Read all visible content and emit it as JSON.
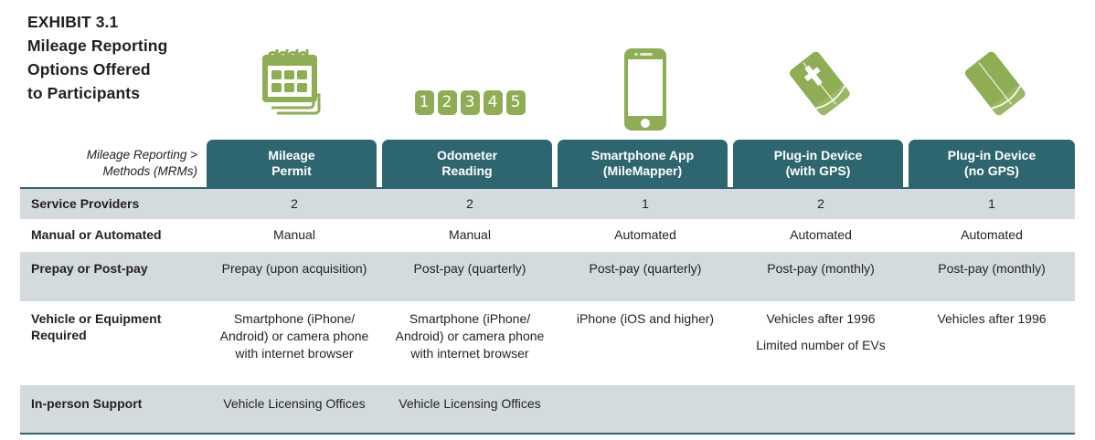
{
  "title": {
    "line1": "EXHIBIT 3.1",
    "line2": "Mileage Reporting",
    "line3": "Options Offered",
    "line4": "to Participants"
  },
  "colors": {
    "teal": "#2e6670",
    "green": "#8ead54",
    "shade_row": "#d3dbde",
    "text": "#231f20"
  },
  "icons": [
    {
      "name": "calendar-icon",
      "label": "calendar"
    },
    {
      "name": "odometer-digits-icon",
      "label": "odometer digits",
      "digits": [
        "1",
        "2",
        "3",
        "4",
        "5"
      ]
    },
    {
      "name": "smartphone-icon",
      "label": "smartphone"
    },
    {
      "name": "plug-in-device-gps-icon",
      "label": "plug-in device with GPS"
    },
    {
      "name": "plug-in-device-icon",
      "label": "plug-in device no GPS"
    }
  ],
  "table": {
    "corner_label_line1": "Mileage Reporting >",
    "corner_label_line2": "Methods (MRMs)",
    "columns": [
      {
        "line1": "Mileage",
        "line2": "Permit"
      },
      {
        "line1": "Odometer",
        "line2": "Reading"
      },
      {
        "line1": "Smartphone App",
        "line2": "(MileMapper)"
      },
      {
        "line1": "Plug-in Device",
        "line2": "(with GPS)"
      },
      {
        "line1": "Plug-in Device",
        "line2": "(no GPS)"
      }
    ],
    "rows": [
      {
        "label": "Service Providers",
        "cells": [
          [
            "2"
          ],
          [
            "2"
          ],
          [
            "1"
          ],
          [
            "2"
          ],
          [
            "1"
          ]
        ]
      },
      {
        "label": "Manual or Automated",
        "cells": [
          [
            "Manual"
          ],
          [
            "Manual"
          ],
          [
            "Automated"
          ],
          [
            "Automated"
          ],
          [
            "Automated"
          ]
        ]
      },
      {
        "label": "Prepay or Post-pay",
        "cells": [
          [
            "Prepay (upon acquisition)"
          ],
          [
            "Post-pay (quarterly)"
          ],
          [
            "Post-pay (quarterly)"
          ],
          [
            "Post-pay (monthly)"
          ],
          [
            "Post-pay (monthly)"
          ]
        ]
      },
      {
        "label": "Vehicle or Equipment Required",
        "cells": [
          [
            "Smartphone (iPhone/ Android) or camera phone with internet browser"
          ],
          [
            "Smartphone (iPhone/ Android) or camera phone with internet browser"
          ],
          [
            "iPhone (iOS and higher)"
          ],
          [
            "Vehicles after 1996",
            "Limited number of EVs"
          ],
          [
            "Vehicles after 1996"
          ]
        ]
      },
      {
        "label": "In-person Support",
        "cells": [
          [
            "Vehicle Licensing Offices"
          ],
          [
            "Vehicle Licensing Offices"
          ],
          [
            ""
          ],
          [
            ""
          ],
          [
            ""
          ]
        ]
      }
    ]
  }
}
